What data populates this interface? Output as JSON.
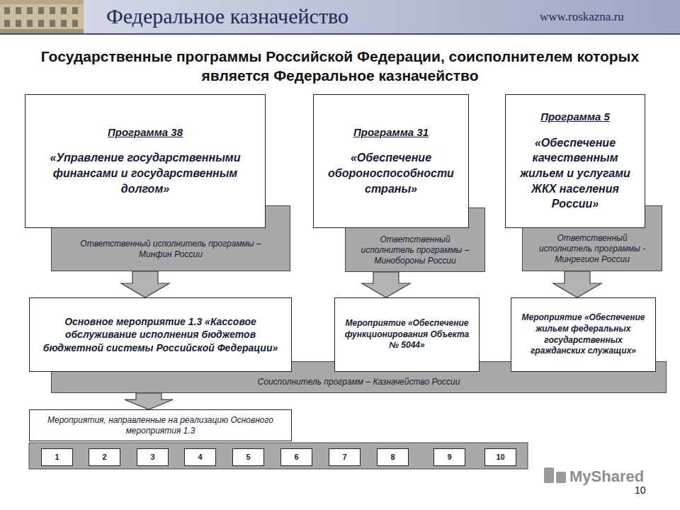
{
  "diagram": {
    "title": "Государственные программы Российской Федерации, соисполнителем которых является Федеральное казначейство",
    "nodes": [
      {
        "text": [
          "Программа 38",
          "«Управление государственными финансами и государственным долгом»"
        ]
      },
      {
        "text": [
          "Ответственный исполнитель программы – Минфин России"
        ]
      },
      {
        "text": [
          "Программа 31",
          "«Обеспечение обороноспособности страны»"
        ]
      },
      {
        "text": [
          "Ответственный исполнитель программы – Минобороны России"
        ]
      },
      {
        "text": [
          "Программа 5",
          "«Обеспечение качественным жильем и услугами ЖКХ населения России»"
        ]
      },
      {
        "text": [
          "Ответственный исполнитель программы - Минрегион России"
        ]
      },
      {
        "text": [
          "Основное мероприятие 1.3 «Кассовое обслуживание исполнения бюджетов бюджетной системы Российской Федерации»"
        ]
      },
      {
        "text": [
          "Мероприятие «Обеспечение функционирования Объекта № 5044»"
        ]
      },
      {
        "text": [
          "Мероприятие «Обеспечение жильем федеральных государственных гражданских служащих»"
        ]
      },
      {
        "text": [
          "Соисполнитель программ – Казначейство России"
        ]
      },
      {
        "text": [
          "Мероприятия, направленные на реализацию Основного мероприятия 1.3"
        ]
      },
      {
        "text": [
          "1"
        ]
      },
      {
        "text": [
          "2"
        ]
      },
      {
        "text": [
          "3"
        ]
      },
      {
        "text": [
          "4"
        ]
      },
      {
        "text": [
          "5"
        ]
      },
      {
        "text": [
          "6"
        ]
      },
      {
        "text": [
          "7"
        ]
      },
      {
        "text": [
          "8"
        ]
      },
      {
        "text": [
          "9"
        ]
      },
      {
        "text": [
          "10"
        ]
      }
    ],
    "edges": [
      {
        "from": 1,
        "to": 6,
        "arrow": "to"
      },
      {
        "from": 3,
        "to": 7,
        "arrow": "to"
      },
      {
        "from": 5,
        "to": 8,
        "arrow": "to"
      },
      {
        "from": 9,
        "to": 10,
        "arrow": "to"
      }
    ],
    "labels": [
      "Федеральное казначейство",
      "www.roskazna.ru",
      "10",
      "MyShared"
    ]
  }
}
